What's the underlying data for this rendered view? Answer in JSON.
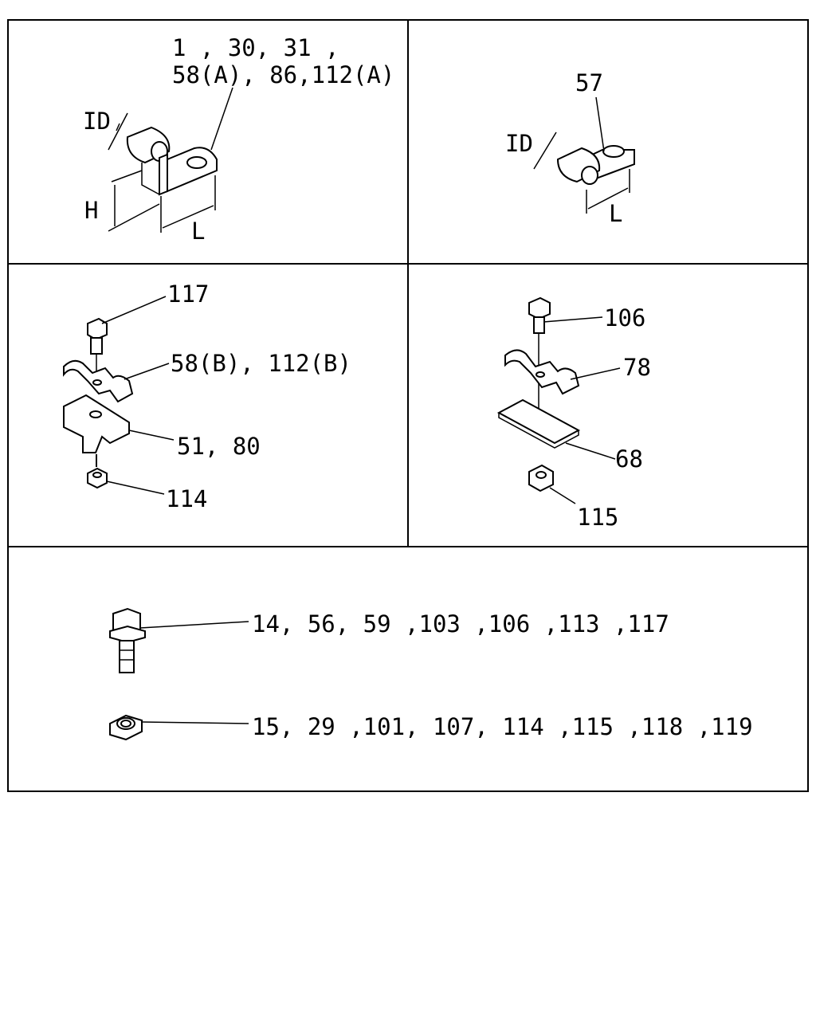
{
  "panels": {
    "p1": {
      "callout_line1": "1 , 30, 31 ,",
      "callout_line2": "58(A), 86,112(A)",
      "dim_id": "ID",
      "dim_h": "H",
      "dim_l": "L"
    },
    "p2": {
      "callout": "57",
      "dim_id": "ID",
      "dim_l": "L"
    },
    "p3": {
      "bolt": "117",
      "clamp": "58(B), 112(B)",
      "bracket": "51, 80",
      "nut": "114"
    },
    "p4": {
      "bolt": "106",
      "clamp": "78",
      "plate": "68",
      "nut": "115"
    },
    "p5": {
      "bolts": "14, 56, 59 ,103 ,106 ,113 ,117",
      "nuts": "15, 29 ,101, 107, 114 ,115 ,118 ,119"
    }
  }
}
